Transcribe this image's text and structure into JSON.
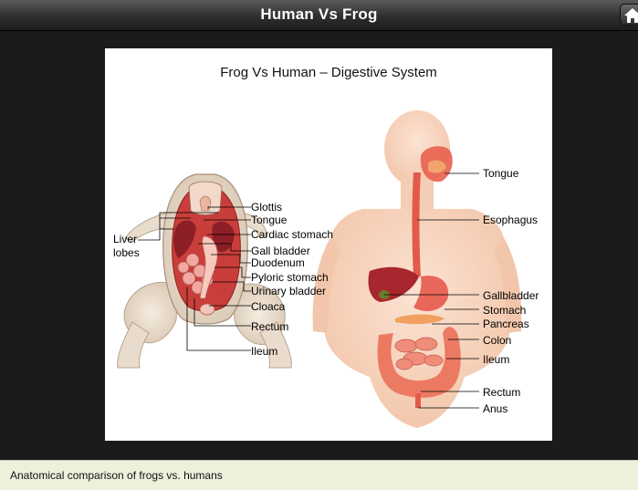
{
  "header": {
    "title": "Human Vs Frog"
  },
  "home_button": {
    "icon": "home-icon"
  },
  "figure": {
    "title": "Frog Vs Human – Digestive System",
    "frog_labels": {
      "liver_lobes": "Liver\nlobes",
      "glottis": "Glottis",
      "tongue": "Tongue",
      "cardiac_stomach": "Cardiac stomach",
      "gall_bladder": "Gall bladder",
      "duodenum": "Duodenum",
      "pyloric_stomach": "Pyloric stomach",
      "urinary_bladder": "Urinary bladder",
      "cloaca": "Cloaca",
      "rectum": "Rectum",
      "ileum": "Ileum"
    },
    "human_labels": {
      "tongue": "Tongue",
      "esophagus": "Esophagus",
      "gallbladder": "Gallbladder",
      "stomach": "Stomach",
      "pancreas": "Pancreas",
      "colon": "Colon",
      "ileum": "Ileum",
      "rectum": "Rectum",
      "anus": "Anus"
    }
  },
  "footer": {
    "caption": "Anatomical comparison of frogs vs. humans"
  }
}
